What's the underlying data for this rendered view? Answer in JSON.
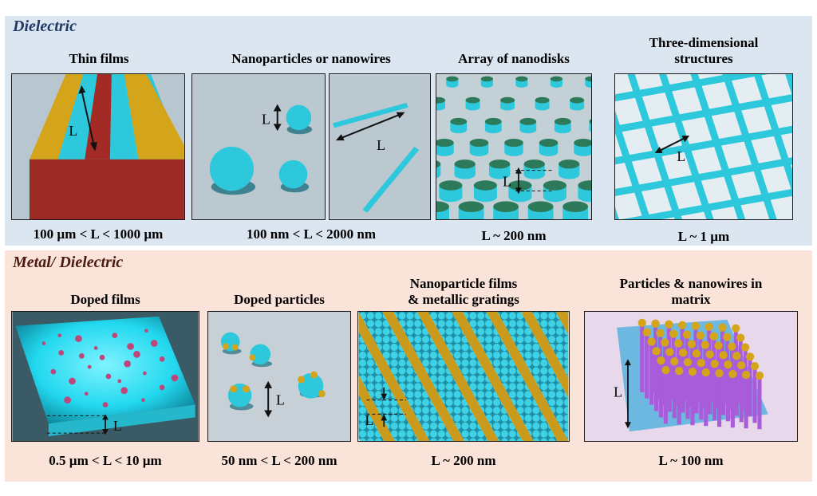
{
  "sections": {
    "dielectric": "Dielectric",
    "metal_dielectric": "Metal/ Dielectric"
  },
  "panels": {
    "thin_films": {
      "title": "Thin films",
      "range": "100 µm <  L < 1000 µm"
    },
    "nanoparticles": {
      "title": "Nanoparticles or nanowires",
      "range": "100 nm <  L < 2000 nm"
    },
    "nanodisks": {
      "title": "Array of nanodisks",
      "range": "L ~ 200 nm"
    },
    "three_d": {
      "title_line1": "Three-dimensional",
      "title_line2": "structures",
      "range": "L ~ 1 µm"
    },
    "doped_films": {
      "title": "Doped films",
      "range": "0.5 µm <  L < 10 µm"
    },
    "doped_particles": {
      "title": "Doped particles",
      "range": "50 nm < L < 200 nm"
    },
    "np_films": {
      "title_line1": "Nanoparticle films",
      "title_line2": "& metallic gratings",
      "range": "L ~ 200 nm"
    },
    "matrix": {
      "title_line1": "Particles & nanowires in",
      "title_line2": "matrix",
      "range": "L ~ 100 nm"
    }
  },
  "dimension_label": "L",
  "colors": {
    "dielectric_band": "#dce6f1",
    "metal_band": "#fae3d9",
    "cyan": "#2ec8dc",
    "gold": "#d4a41a",
    "brick": "#a32a25",
    "disk_top": "#2d7a5a",
    "purple": "#a85cd9"
  }
}
